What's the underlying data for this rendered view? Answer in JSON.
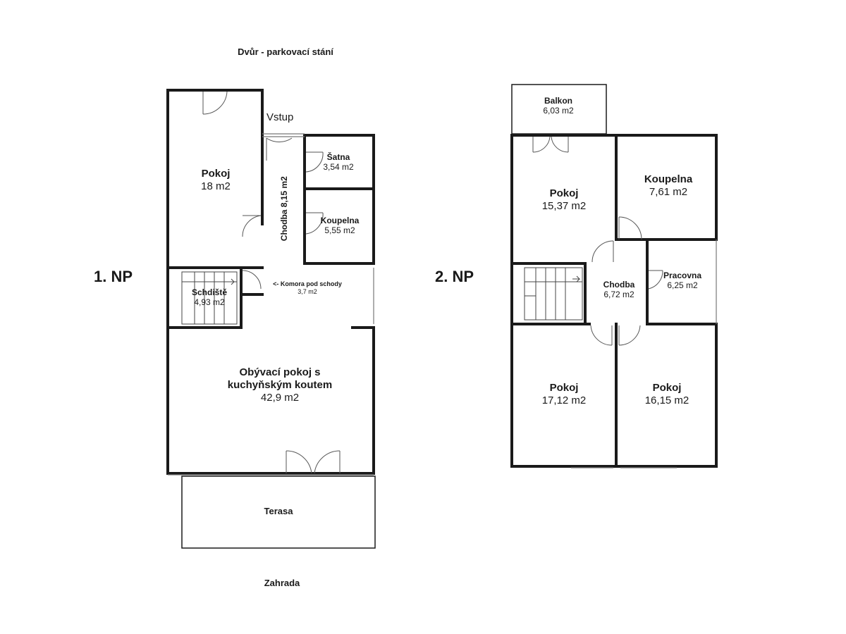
{
  "context": {
    "top": "Dvůr - parkovací stání",
    "bottom": "Zahrada",
    "entrance": "Vstup"
  },
  "floors": {
    "f1": {
      "label": "1. NP",
      "rooms": {
        "pokoj": {
          "name": "Pokoj",
          "area": "18 m2"
        },
        "satna": {
          "name": "Šatna",
          "area": "3,54 m2"
        },
        "chodba": {
          "name": "Chodba 8,15 m2"
        },
        "koupelna": {
          "name": "Koupelna",
          "area": "5,55 m2"
        },
        "schodiste": {
          "name": "Schdiště",
          "area": "4,93 m2"
        },
        "komora": {
          "name": "<- Komora pod schody",
          "area": "3,7 m2"
        },
        "obyvaci": {
          "name_line1": "Obývací pokoj s",
          "name_line2": "kuchyňským koutem",
          "area": "42,9 m2"
        },
        "terasa": {
          "name": "Terasa"
        }
      }
    },
    "f2": {
      "label": "2. NP",
      "rooms": {
        "balkon": {
          "name": "Balkon",
          "area": "6,03 m2"
        },
        "pokoj1": {
          "name": "Pokoj",
          "area": "15,37 m2"
        },
        "koupelna": {
          "name": "Koupelna",
          "area": "7,61 m2"
        },
        "chodba": {
          "name": "Chodba",
          "area": "6,72 m2"
        },
        "pracovna": {
          "name": "Pracovna",
          "area": "6,25 m2"
        },
        "pokoj2": {
          "name": "Pokoj",
          "area": "17,12 m2"
        },
        "pokoj3": {
          "name": "Pokoj",
          "area": "16,15 m2"
        }
      }
    }
  }
}
